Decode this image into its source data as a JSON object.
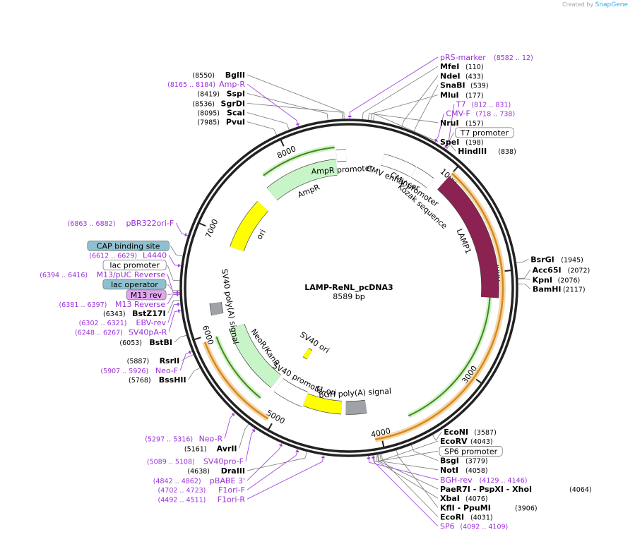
{
  "credit": {
    "prefix": "Created by",
    "brand": "SnapGene"
  },
  "plasmid": {
    "name": "LAMP-ReNL_pcDNA3",
    "size": "8589 bp",
    "total": 8589
  },
  "ticks": [
    "1000",
    "2000",
    "3000",
    "4000",
    "5000",
    "6000",
    "7000",
    "8000"
  ],
  "features": [
    {
      "name": "LAMP1",
      "start": 1000,
      "end": 2240,
      "color": "#8b2252",
      "textcolor": "#000"
    },
    {
      "name": "CMV promoter",
      "start": 700,
      "end": 900,
      "color": "#ffffff",
      "textcolor": "#000"
    },
    {
      "name": "CMV enhancer",
      "start": 350,
      "end": 690,
      "color": "#ffffff",
      "textcolor": "#000"
    },
    {
      "name": "Kozak sequence",
      "start": 1000,
      "end": 1006,
      "color": "#333333",
      "textcolor": "#000"
    },
    {
      "name": "bGH poly(A) signal",
      "start": 4100,
      "end": 4330,
      "color": "#9fa2a7",
      "textcolor": "#000"
    },
    {
      "name": "f1 ori",
      "start": 4380,
      "end": 4800,
      "color": "#ffff00",
      "textcolor": "#000"
    },
    {
      "name": "SV40 promoter",
      "start": 4810,
      "end": 5150,
      "color": "#ffffff",
      "textcolor": "#000"
    },
    {
      "name": "SV40 ori",
      "start": 5020,
      "end": 5100,
      "color": "#ffff00",
      "textcolor": "#000"
    },
    {
      "name": "NeoR/KanR",
      "start": 5200,
      "end": 5990,
      "color": "#c7f5c7",
      "textcolor": "#000"
    },
    {
      "name": "SV40 poly(A) signal",
      "start": 6170,
      "end": 6290,
      "color": "#9fa2a7",
      "textcolor": "#000"
    },
    {
      "name": "ori",
      "start": 6900,
      "end": 7480,
      "color": "#ffff00",
      "textcolor": "#000"
    },
    {
      "name": "AmpR",
      "start": 7650,
      "end": 8450,
      "color": "#c7f5c7",
      "textcolor": "#000"
    },
    {
      "name": "AmpR promoter",
      "start": 8460,
      "end": 8560,
      "color": "#ffffff",
      "textcolor": "#000"
    }
  ],
  "sites": [
    {
      "name": "BglII",
      "pos": "(8550)",
      "value": 8550
    },
    {
      "name": "SgrDI",
      "pos": "(8536)",
      "value": 8536
    },
    {
      "name": "SspI",
      "pos": "(8419)",
      "value": 8419
    },
    {
      "name": "ScaI",
      "pos": "(8095)",
      "value": 8095
    },
    {
      "name": "PvuI",
      "pos": "(7985)",
      "value": 7985
    },
    {
      "name": "MfeI",
      "pos": "(110)",
      "value": 110
    },
    {
      "name": "NruI",
      "pos": "(157)",
      "value": 157
    },
    {
      "name": "MluI",
      "pos": "(177)",
      "value": 177
    },
    {
      "name": "SpeI",
      "pos": "(198)",
      "value": 198
    },
    {
      "name": "NdeI",
      "pos": "(433)",
      "value": 433
    },
    {
      "name": "SnaBI",
      "pos": "(539)",
      "value": 539
    },
    {
      "name": "HindIII",
      "pos": "(838)",
      "value": 838
    },
    {
      "name": "BsrGI",
      "pos": "(1945)",
      "value": 1945
    },
    {
      "name": "Acc65I",
      "pos": "(2072)",
      "value": 2072
    },
    {
      "name": "KpnI",
      "pos": "(2076)",
      "value": 2076
    },
    {
      "name": "BamHI",
      "pos": "(2117)",
      "value": 2117
    },
    {
      "name": "EcoNI",
      "pos": "(3587)",
      "value": 3587
    },
    {
      "name": "BsgI",
      "pos": "(3779)",
      "value": 3779
    },
    {
      "name": "KflI  -  PpuMI",
      "pos": "(3906)",
      "value": 3906
    },
    {
      "name": "EcoRI",
      "pos": "(4031)",
      "value": 4031
    },
    {
      "name": "EcoRV",
      "pos": "(4043)",
      "value": 4043
    },
    {
      "name": "NotI",
      "pos": "(4058)",
      "value": 4058
    },
    {
      "name": "PaeR7I  -  PspXI  -  XhoI",
      "pos": "(4064)",
      "value": 4064
    },
    {
      "name": "XbaI",
      "pos": "(4076)",
      "value": 4076
    },
    {
      "name": "DraIII",
      "pos": "(4638)",
      "value": 4638
    },
    {
      "name": "AvrII",
      "pos": "(5161)",
      "value": 5161
    },
    {
      "name": "BssHII",
      "pos": "(5768)",
      "value": 5768
    },
    {
      "name": "RsrII",
      "pos": "(5887)",
      "value": 5887
    },
    {
      "name": "BstBI",
      "pos": "(6053)",
      "value": 6053
    },
    {
      "name": "BstZ17I",
      "pos": "(6343)",
      "value": 6343
    }
  ],
  "primers": [
    {
      "name": "pRS-marker",
      "pos": "(8582 .. 12)",
      "value": 8596
    },
    {
      "name": "Amp-R",
      "pos": "(8165 .. 8184)",
      "value": 8175
    },
    {
      "name": "CMV-F",
      "pos": "(718 .. 738)",
      "value": 728
    },
    {
      "name": "T7",
      "pos": "(812 .. 831)",
      "value": 822
    },
    {
      "name": "pBR322ori-F",
      "pos": "(6863 .. 6882)",
      "value": 6872
    },
    {
      "name": "L4440",
      "pos": "(6612 .. 6629)",
      "value": 6620
    },
    {
      "name": "M13/pUC Reverse",
      "pos": "(6394 .. 6416)",
      "value": 6405
    },
    {
      "name": "M13 Reverse",
      "pos": "(6381 .. 6397)",
      "value": 6389
    },
    {
      "name": "EBV-rev",
      "pos": "(6302 .. 6321)",
      "value": 6311
    },
    {
      "name": "SV40pA-R",
      "pos": "(6248 .. 6267)",
      "value": 6257
    },
    {
      "name": "Neo-F",
      "pos": "(5907 .. 5926)",
      "value": 5916
    },
    {
      "name": "Neo-R",
      "pos": "(5297 .. 5316)",
      "value": 5306
    },
    {
      "name": "SV40pro-F",
      "pos": "(5089 .. 5108)",
      "value": 5098
    },
    {
      "name": "pBABE 3'",
      "pos": "(4842 .. 4862)",
      "value": 4852
    },
    {
      "name": "F1ori-F",
      "pos": "(4702 .. 4723)",
      "value": 4712
    },
    {
      "name": "F1ori-R",
      "pos": "(4492 .. 4511)",
      "value": 4501
    },
    {
      "name": "SP6",
      "pos": "(4092 .. 4109)",
      "value": 4100
    },
    {
      "name": "BGH-rev",
      "pos": "(4129 .. 4146)",
      "value": 4137
    }
  ],
  "boxed": [
    {
      "name": "T7 promoter",
      "fill": "#ffffff",
      "value": 820
    },
    {
      "name": "CAP binding site",
      "fill": "#8ec1cf",
      "value": 6700
    },
    {
      "name": "lac promoter",
      "fill": "#ffffff",
      "value": 6500
    },
    {
      "name": "lac operator",
      "fill": "#8ec1cf",
      "value": 6420
    },
    {
      "name": "M13 rev",
      "fill": "#e2a6f0",
      "value": 6395
    },
    {
      "name": "SP6 promoter",
      "fill": "#ffffff",
      "value": 4095
    }
  ]
}
